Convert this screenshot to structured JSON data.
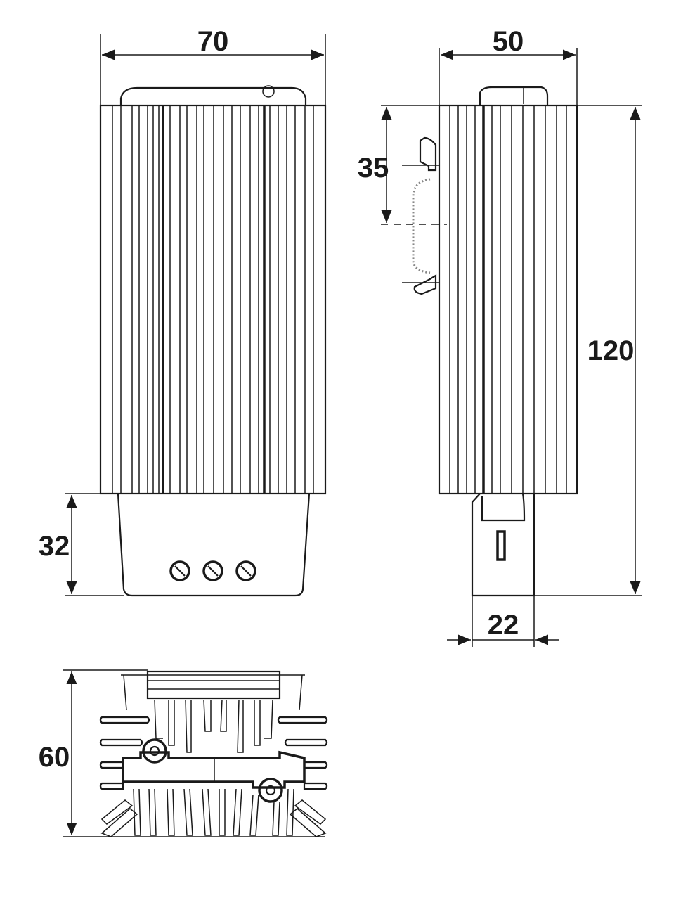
{
  "dimensions": {
    "width_front": "70",
    "width_side": "50",
    "rail_height": "35",
    "total_height": "120",
    "terminal_height": "32",
    "side_base_width": "22",
    "depth_bottom": "60"
  },
  "colors": {
    "line": "#1a1a1a",
    "background": "#ffffff"
  }
}
